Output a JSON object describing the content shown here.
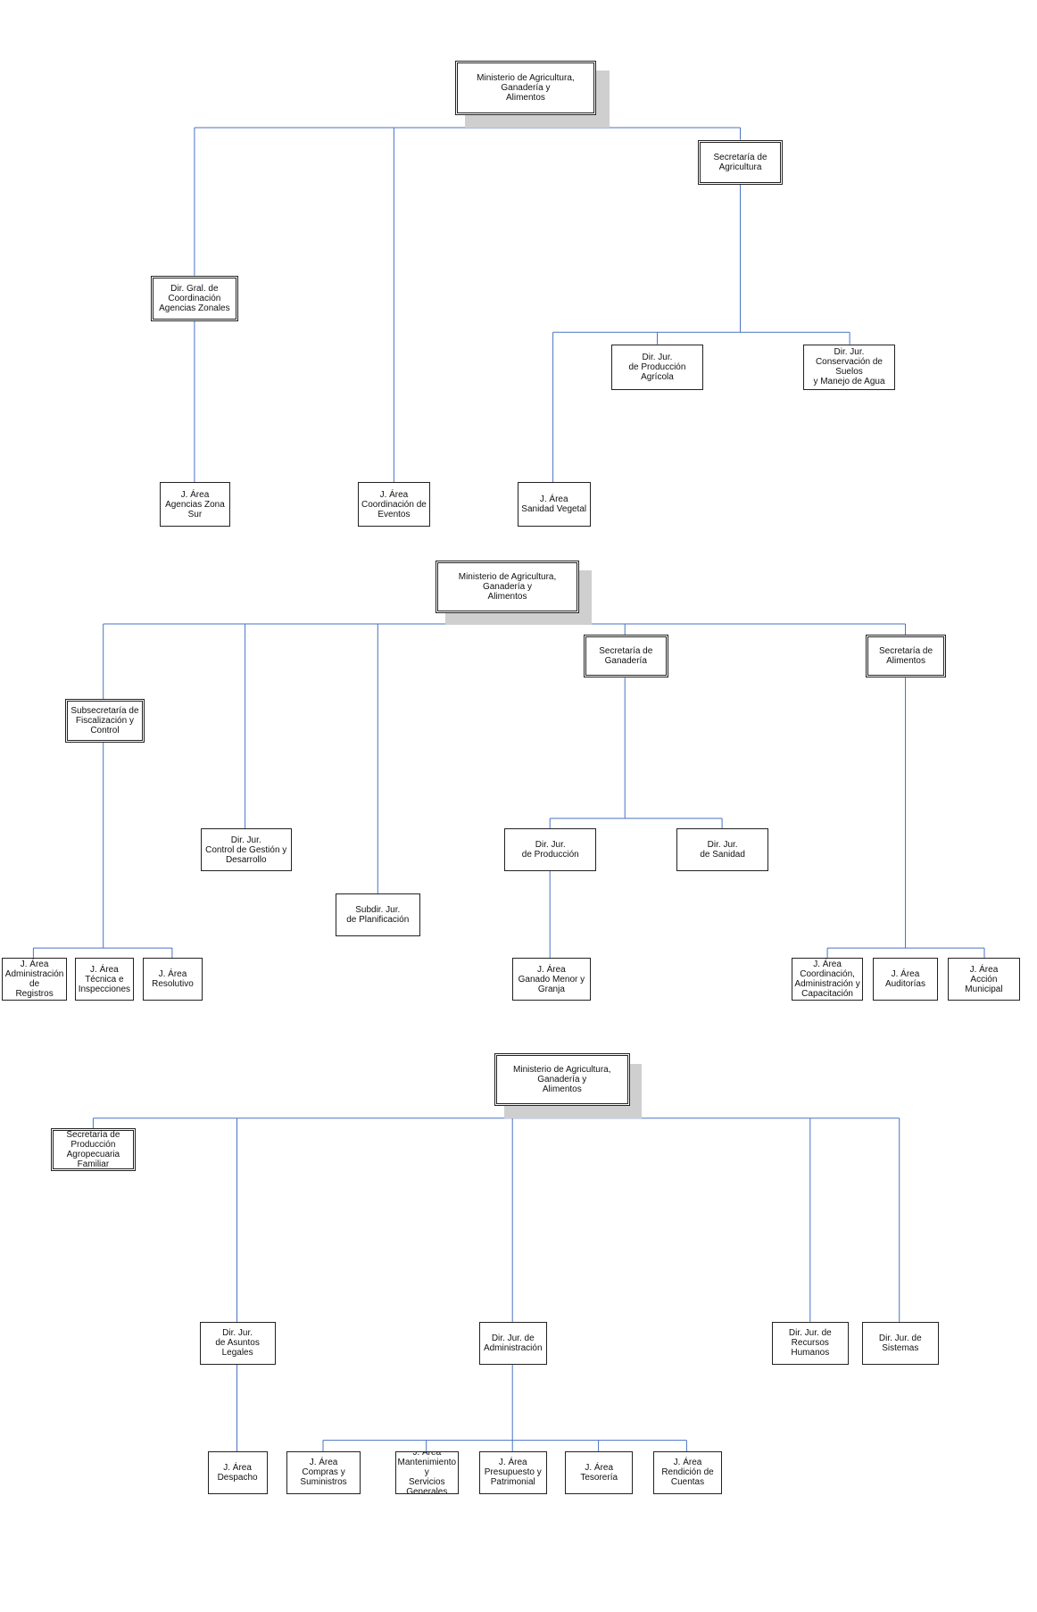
{
  "colors": {
    "connector": "#4a72c4",
    "border": "#222222",
    "shadow": "#cfcfcf"
  },
  "charts": [
    {
      "nodes": [
        {
          "id": "c1_root",
          "label": "Ministerio de Agricultura, Ganadería y\nAlimentos"
        },
        {
          "id": "c1_sec_agr",
          "label": "Secretaría de\nAgricultura"
        },
        {
          "id": "c1_dir_gral",
          "label": "Dir. Gral. de\nCoordinación\nAgencias Zonales"
        },
        {
          "id": "c1_prod_agr",
          "label": "Dir. Jur.\nde Producción Agrícola"
        },
        {
          "id": "c1_suelos",
          "label": "Dir. Jur.\nConservación de Suelos\ny Manejo de Agua"
        },
        {
          "id": "c1_zona_sur",
          "label": "J. Área\nAgencias Zona Sur"
        },
        {
          "id": "c1_eventos",
          "label": "J. Área\nCoordinación de\nEventos"
        },
        {
          "id": "c1_san_veg",
          "label": "J. Área\nSanidad Vegetal"
        }
      ]
    },
    {
      "nodes": [
        {
          "id": "c2_root",
          "label": "Ministerio de Agricultura, Ganadería y\nAlimentos"
        },
        {
          "id": "c2_subsec",
          "label": "Subsecretaría de\nFiscalización y Control"
        },
        {
          "id": "c2_sec_gan",
          "label": "Secretaría de\nGanadería"
        },
        {
          "id": "c2_sec_ali",
          "label": "Secretaría de\nAlimentos"
        },
        {
          "id": "c2_control",
          "label": "Dir. Jur.\nControl de Gestión y\nDesarrollo"
        },
        {
          "id": "c2_planif",
          "label": "Subdir. Jur.\nde Planificación"
        },
        {
          "id": "c2_prod",
          "label": "Dir. Jur.\nde Producción"
        },
        {
          "id": "c2_sanidad",
          "label": "Dir. Jur.\nde Sanidad"
        },
        {
          "id": "c2_adm_reg",
          "label": "J. Área\nAdministración de\nRegistros"
        },
        {
          "id": "c2_tec_insp",
          "label": "J. Área\nTécnica e\nInspecciones"
        },
        {
          "id": "c2_resolutivo",
          "label": "J. Área\nResolutivo"
        },
        {
          "id": "c2_ganado",
          "label": "J. Área\nGanado Menor y\nGranja"
        },
        {
          "id": "c2_coord_adm",
          "label": "J. Área\nCoordinación,\nAdministración y\nCapacitación"
        },
        {
          "id": "c2_auditorias",
          "label": "J. Área\nAuditorías"
        },
        {
          "id": "c2_accion",
          "label": "J. Área\nAcción Municipal"
        }
      ]
    },
    {
      "nodes": [
        {
          "id": "c3_root",
          "label": "Ministerio de Agricultura, Ganadería y\nAlimentos"
        },
        {
          "id": "c3_sec_fam",
          "label": "Secretaría de\nProducción\nAgropecuaria Familiar"
        },
        {
          "id": "c3_legales",
          "label": "Dir. Jur.\nde Asuntos Legales"
        },
        {
          "id": "c3_admin",
          "label": "Dir. Jur. de\nAdministración"
        },
        {
          "id": "c3_rrhh",
          "label": "Dir. Jur. de\nRecursos Humanos"
        },
        {
          "id": "c3_sistemas",
          "label": "Dir. Jur. de\nSistemas"
        },
        {
          "id": "c3_despacho",
          "label": "J. Área\nDespacho"
        },
        {
          "id": "c3_compras",
          "label": "J. Área\nCompras y\nSuministros"
        },
        {
          "id": "c3_mant",
          "label": "J. Área\nMantenimiento y\nServicios\nGenerales"
        },
        {
          "id": "c3_presup",
          "label": "J. Área\nPresupuesto y\nPatrimonial"
        },
        {
          "id": "c3_tesoreria",
          "label": "J. Área\nTesorería"
        },
        {
          "id": "c3_rendicion",
          "label": "J. Área\nRendición de\nCuentas"
        }
      ]
    }
  ]
}
